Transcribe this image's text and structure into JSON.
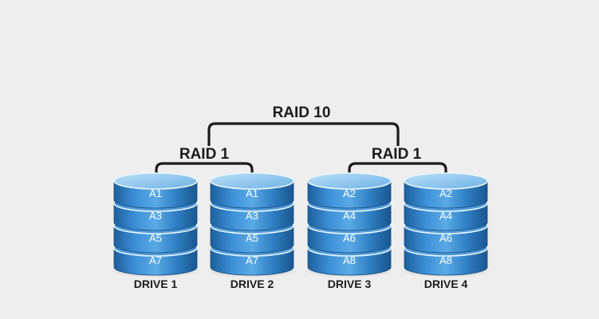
{
  "diagram": {
    "top_label": "RAID 10",
    "groups": [
      {
        "label": "RAID 1",
        "drives": [
          0,
          1
        ]
      },
      {
        "label": "RAID 1",
        "drives": [
          2,
          3
        ]
      }
    ],
    "drives": [
      {
        "label": "DRIVE 1",
        "blocks": [
          "A1",
          "A3",
          "A5",
          "A7"
        ]
      },
      {
        "label": "DRIVE 2",
        "blocks": [
          "A1",
          "A3",
          "A5",
          "A7"
        ]
      },
      {
        "label": "DRIVE 3",
        "blocks": [
          "A2",
          "A4",
          "A6",
          "A8"
        ]
      },
      {
        "label": "DRIVE 4",
        "blocks": [
          "A2",
          "A4",
          "A6",
          "A8"
        ]
      }
    ],
    "colors": {
      "background": "#eeeeee",
      "connector": "#1c1c1c",
      "label_text": "#1a1a1a",
      "disk_body": "#2f7fc4",
      "disk_top": "#8cc6ef",
      "disk_text": "#ffffff"
    }
  }
}
